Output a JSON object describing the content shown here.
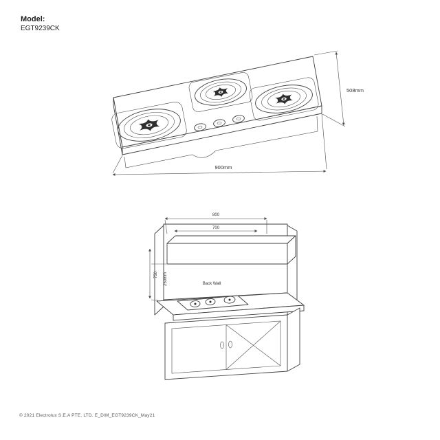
{
  "header": {
    "model_label": "Model:",
    "model_value": "EGT9239CK"
  },
  "hob_diagram": {
    "depth_label": "508mm",
    "width_label": "900mm"
  },
  "install_diagram": {
    "top_width": "800",
    "cabinet_width": "700",
    "left_height": "750",
    "wall_clearance": "250mm",
    "wall_label": "Back Wall"
  },
  "footer": {
    "text": "© 2021 Electrolux S.E.A PTE. LTD.   E_DIM_EGT9239CK_May21"
  }
}
